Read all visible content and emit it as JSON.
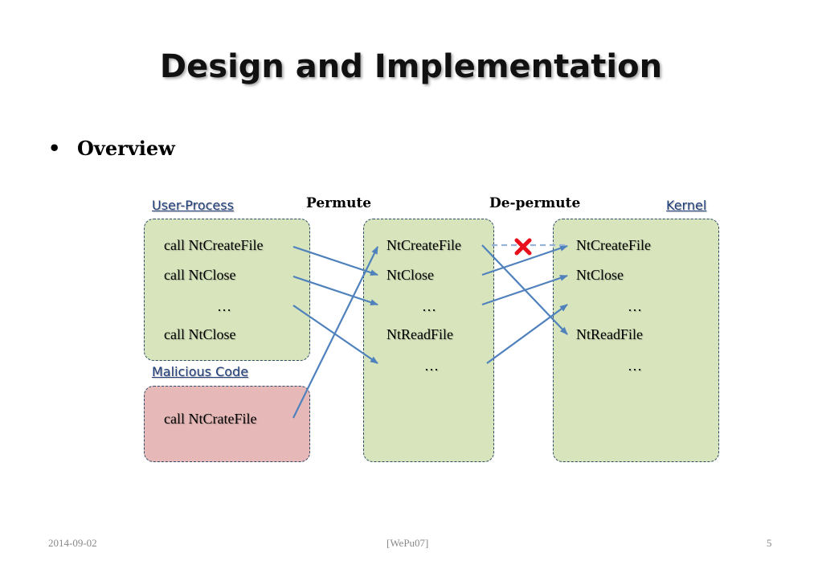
{
  "slide": {
    "title": "Design and Implementation",
    "bullet_marker": "•",
    "bullet": "Overview"
  },
  "diagram": {
    "labels": {
      "user_process": "User-Process",
      "malicious_code": "Malicious Code",
      "kernel": "Kernel",
      "permute": "Permute",
      "depermute": "De-permute"
    },
    "user_process_items": [
      "call NtCreateFile",
      "call NtClose",
      "…",
      "call NtClose"
    ],
    "malicious_items": [
      "call NtCrateFile"
    ],
    "permuted_items": [
      "NtCreateFile",
      "NtClose",
      "…",
      "NtReadFile",
      "…"
    ],
    "kernel_items": [
      "NtCreateFile",
      "NtClose",
      "…",
      "NtReadFile",
      "…"
    ],
    "blocked_marker": "✖",
    "colors": {
      "arrow": "#4f81bd",
      "blocked_link": "#95b3d7",
      "blocked_marker": "#e8101a",
      "panel_green": "#d7e4bc",
      "panel_pink": "#e6b9b8",
      "label_blue": "#1f3d7a"
    }
  },
  "footer": {
    "date": "2014-09-02",
    "source": "[WePu07]",
    "page": "5"
  }
}
